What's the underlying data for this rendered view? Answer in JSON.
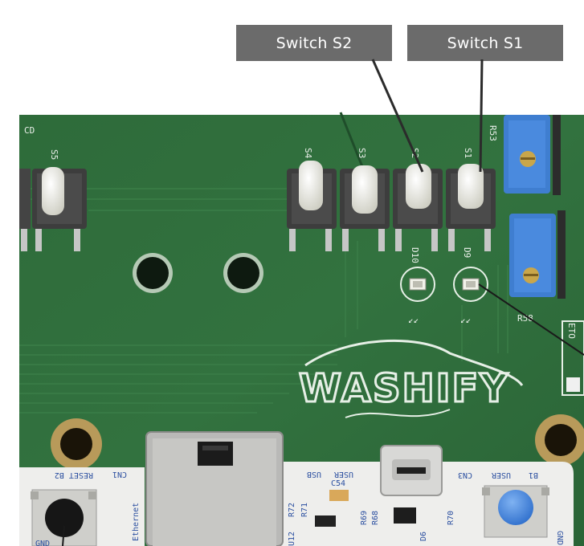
{
  "callouts": {
    "s2": "Switch S2",
    "s1": "Switch S1"
  },
  "board": {
    "logo": "WASHIFY",
    "silkscreen": {
      "cd": "CD",
      "s5": "S5",
      "s4": "S4",
      "s3": "S3",
      "s2": "S2",
      "s1": "S1",
      "r53": "R53",
      "r58": "R58",
      "d10": "D10",
      "d9": "D9",
      "eth": "ETO",
      "reset": "RESET B2",
      "cn1": "CN1",
      "ethernet": "Ethernet",
      "usb": "USB",
      "user": "USER",
      "cn3": "CN3",
      "b1": "B1",
      "gnd": "GND",
      "r72": "R72",
      "r71": "R71",
      "r69": "R69",
      "r68": "R68",
      "r70": "R70",
      "c54": "C54",
      "u12": "U12",
      "d6": "D6"
    }
  },
  "colors": {
    "pcb": "#2f6e3c",
    "pcb_dark": "#245a31",
    "callout_bg": "#6b6b6b",
    "potentiometer": "#3f7ed0",
    "user_button": "#3f82d8"
  }
}
